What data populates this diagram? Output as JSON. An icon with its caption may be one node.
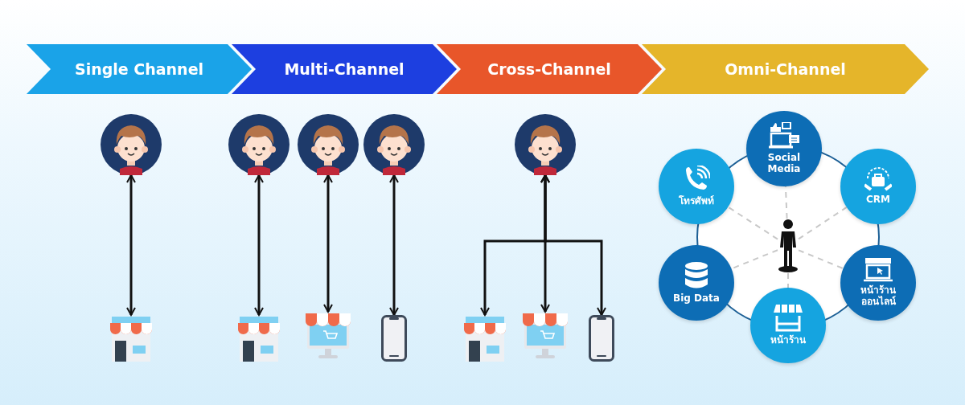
{
  "diagram": {
    "nodes": [
      {
        "text": [
          "Single Channel"
        ]
      },
      {
        "text": [
          "Multi-Channel"
        ]
      },
      {
        "text": [
          "Cross-Channel"
        ]
      },
      {
        "text": [
          "Omni-Channel"
        ]
      },
      {
        "text": [],
        "shape": "person"
      },
      {
        "text": [],
        "shape": "picture"
      },
      {
        "text": [],
        "shape": "person"
      },
      {
        "text": [],
        "shape": "person"
      },
      {
        "text": [],
        "shape": "person"
      },
      {
        "text": [],
        "shape": "picture"
      },
      {
        "text": [],
        "shape": "picture"
      },
      {
        "text": [],
        "shape": "picture"
      },
      {
        "text": [],
        "shape": "person"
      },
      {
        "text": [],
        "shape": "picture"
      },
      {
        "text": [],
        "shape": "picture"
      },
      {
        "text": [],
        "shape": "picture"
      },
      {
        "text": [],
        "shape": "person"
      },
      {
        "text": [
          "Social Media"
        ]
      },
      {
        "text": [
          "โทรศัพท์"
        ]
      },
      {
        "text": [
          "CRM"
        ]
      },
      {
        "text": [
          "Big Data"
        ]
      },
      {
        "text": [
          "หน้าร้านออนไลน์"
        ]
      },
      {
        "text": [
          "หน้าร้าน"
        ]
      }
    ],
    "edges": [
      {
        "from": 4,
        "to": 5,
        "arrow": "both"
      },
      {
        "from": 6,
        "to": 9,
        "arrow": "both"
      },
      {
        "from": 7,
        "to": 10,
        "arrow": "both"
      },
      {
        "from": 8,
        "to": 11,
        "arrow": "both"
      },
      {
        "from": 12,
        "to": 13,
        "arrow": "both"
      },
      {
        "from": 12,
        "to": 14,
        "arrow": "both"
      },
      {
        "from": 12,
        "to": 15,
        "arrow": "both"
      },
      {
        "from": 16,
        "to": 17,
        "arrow": "none",
        "style": "dashed",
        "color": "#c8c8c8"
      },
      {
        "from": 16,
        "to": 18,
        "arrow": "none",
        "style": "dashed",
        "color": "#c8c8c8"
      },
      {
        "from": 16,
        "to": 19,
        "arrow": "none",
        "style": "dashed",
        "color": "#c8c8c8"
      },
      {
        "from": 16,
        "to": 20,
        "arrow": "none",
        "style": "dashed",
        "color": "#c8c8c8"
      },
      {
        "from": 16,
        "to": 21,
        "arrow": "none",
        "style": "dashed",
        "color": "#c8c8c8"
      },
      {
        "from": 16,
        "to": 22,
        "arrow": "none",
        "style": "dashed",
        "color": "#c8c8c8"
      }
    ]
  }
}
